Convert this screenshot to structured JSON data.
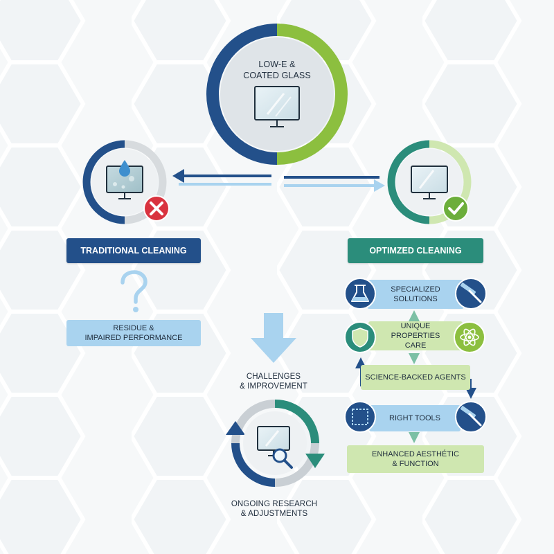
{
  "colors": {
    "navy": "#23508a",
    "green": "#8cbf3f",
    "teal": "#2b8d7b",
    "light_blue": "#a9d3ef",
    "light_green": "#cfe7b0",
    "red": "#d9333f",
    "check_green": "#6cae3b"
  },
  "icons": [
    "monitor-icon",
    "water-drop-icon",
    "cross-icon",
    "checkmark-icon",
    "question-mark-icon",
    "flask-icon",
    "squeegee-icon",
    "shield-icon",
    "atom-icon",
    "frame-icon",
    "magnifier-icon",
    "down-arrow-icon"
  ],
  "center": {
    "title_line1": "LOW-E &",
    "title_line2": "COATED GLASS"
  },
  "left": {
    "header": "TRADITIONAL CLEANING",
    "result_line1": "RESIDUE &",
    "result_line2": "IMPAIRED PERFORMANCE"
  },
  "right": {
    "header": "OPTIMZED CLEANING",
    "steps": {
      "specialized_line1": "SPECIALIZED",
      "specialized_line2": "SOLUTIONS",
      "unique_line1": "UNIQUE PROPERTIES",
      "unique_line2": "CARE",
      "science": "SCIENCE-BACKED AGENTS",
      "tools": "RIGHT TOOLS",
      "enhanced_line1": "ENHANCED AESTHÉTIC",
      "enhanced_line2": "& FUNCTION"
    }
  },
  "bottom": {
    "challenges_line1": "CHALLENGES",
    "challenges_line2": "& IMPROVEMENT",
    "research_line1": "ONGOING RESEARCH",
    "research_line2": "& ADJUSTMENTS"
  }
}
